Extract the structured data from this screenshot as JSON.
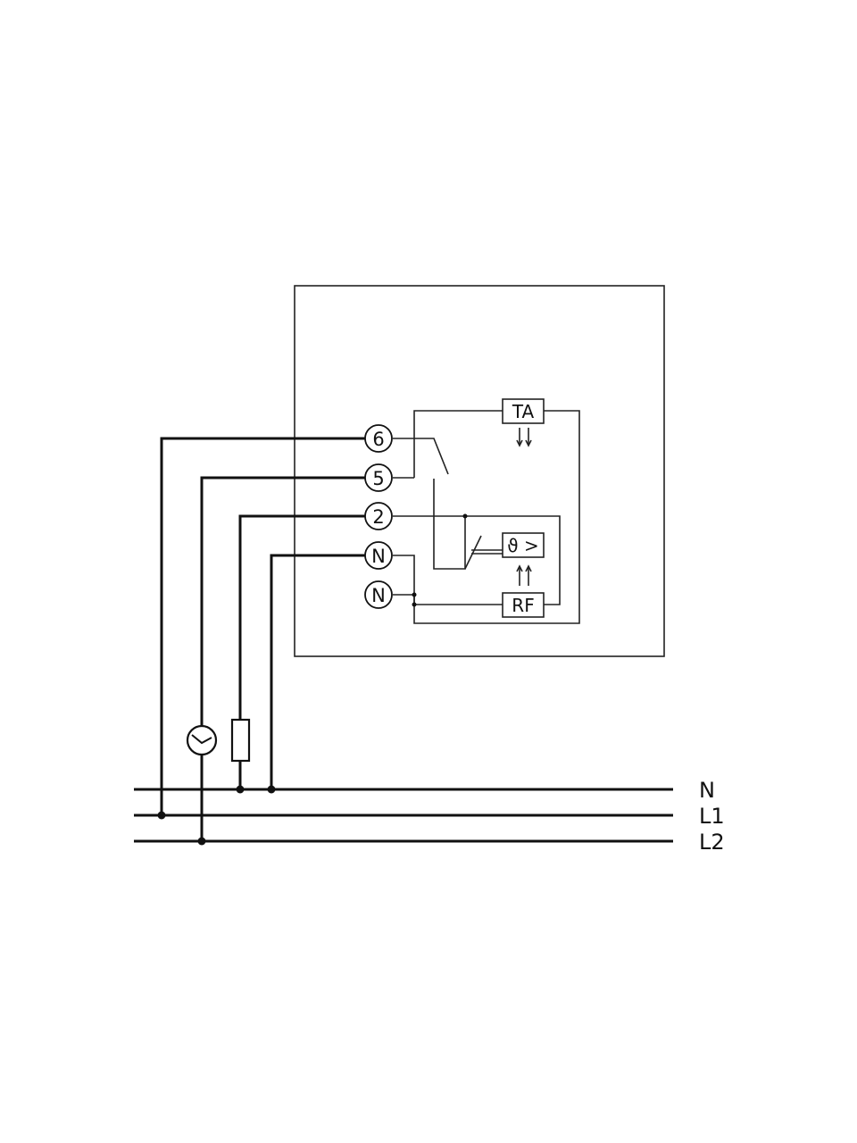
{
  "terminals": {
    "t6": "6",
    "t5": "5",
    "t2": "2",
    "tN1": "N",
    "tN2": "N"
  },
  "blocks": {
    "ta": "TA",
    "rf": "RF",
    "temp": "ϑ >"
  },
  "rails": {
    "n": "N",
    "l1": "L1",
    "l2": "L2"
  }
}
